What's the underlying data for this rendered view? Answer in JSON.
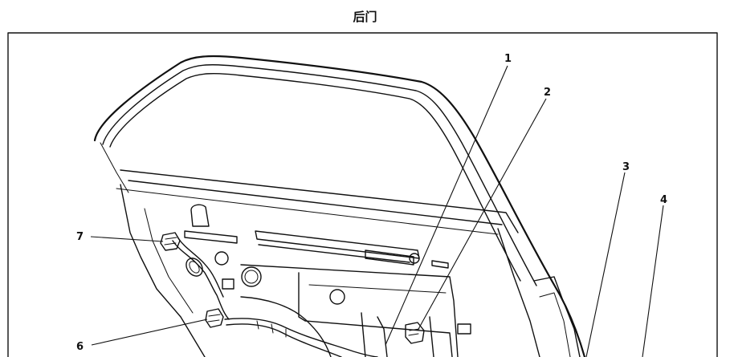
{
  "title": "后门",
  "callouts": [
    "1",
    "2",
    "3",
    "4",
    "6",
    "7"
  ]
}
